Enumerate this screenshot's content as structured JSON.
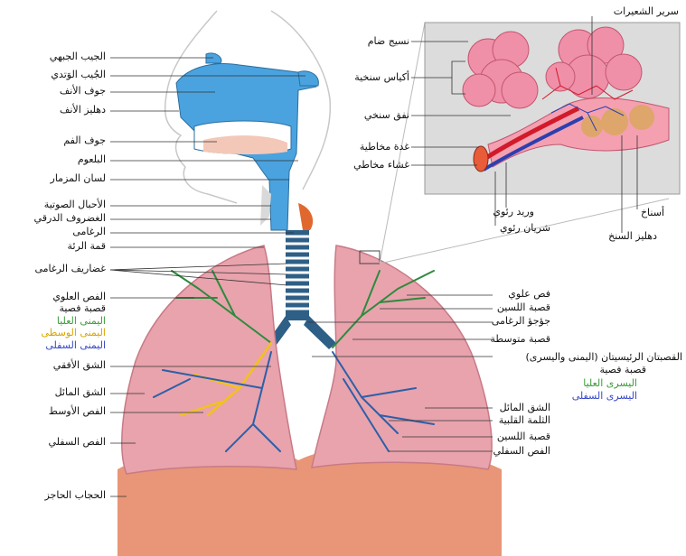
{
  "colors": {
    "airway": "#4aa3df",
    "lung": "#e8a3ad",
    "diaphragm": "#e07a55",
    "bronchi_left": "#2e8a3e",
    "bronchi_yellow": "#f2c21b",
    "alveoli": "#f08fa8",
    "artery": "#d11a2a",
    "vein": "#2d3fb0"
  },
  "labels_left": [
    "الجيب الجبهي",
    "الجُيب الوَتدي",
    "جوف الأنف",
    "دهليز الأنف",
    "جوف الفم",
    "البلعوم",
    "لسان المزمار",
    "الأحبال الصوتية",
    "الغضروف الدرقي",
    "الرغامى",
    "قمة الرئة",
    "غضاريف الرغامى",
    "الفص العلوي",
    "قصبة فصية",
    "اليمنى العليا",
    "اليمنى الوسطى",
    "اليمنى السفلى",
    "الشق الأفقي",
    "الشق المائل",
    "الفص الأوسط",
    "الفص السفلي",
    "الحجاب الحاجز"
  ],
  "labels_right": [
    "فص علوي",
    "قصبة اللسين",
    "جؤجؤ الرغامى",
    "قصبة متوسطة",
    "القصبتان الرئيسيتان (اليمنى واليسرى)",
    "قصبة فصية",
    "اليسرى العليا",
    "اليسرى السفلى",
    "الشق المائل",
    "الثلمة القلبية",
    "قصبة اللسين",
    "الفص السفلي"
  ],
  "inset_labels": {
    "capillary_bed": "سرير الشعيرات",
    "connective_tissue": "نسيج ضام",
    "alveolar_sacs": "أكياس سنخية",
    "alveolar_duct": "نفق سنخي",
    "mucous_gland": "غدة مخاطية",
    "mucous_membrane": "غشاء مخاطي",
    "pulmonary_vein": "وريد رئوي",
    "pulmonary_artery": "شريان رئوي",
    "alveoli": "أسناخ",
    "alveolar_atrium": "دهليز السنخ"
  }
}
